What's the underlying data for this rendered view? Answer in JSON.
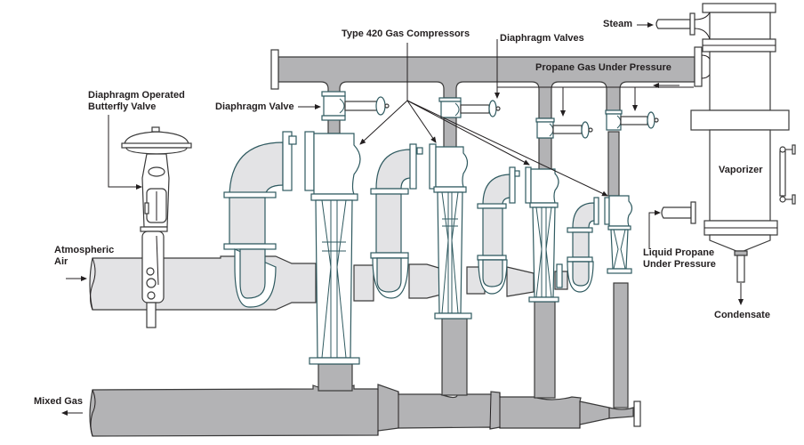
{
  "diagram": {
    "title": "Propane-air mixing system with gas compressors and vaporizer",
    "labels": {
      "butterfly_valve": [
        "Diaphragm Operated",
        "Butterfly Valve"
      ],
      "diaphragm_valve": "Diaphragm Valve",
      "compressors": "Type 420 Gas Compressors",
      "diaphragm_valves": "Diaphragm Valves",
      "steam": "Steam",
      "propane_gas": "Propane Gas Under Pressure",
      "vaporizer": "Vaporizer",
      "liquid_propane": [
        "Liquid Propane",
        "Under Pressure"
      ],
      "condensate": "Condensate",
      "atmospheric_air": [
        "Atmospheric",
        "Air"
      ],
      "mixed_gas": "Mixed Gas"
    },
    "colors": {
      "pipe_dark": "#b3b3b5",
      "pipe_light": "#e3e3e5",
      "outline": "#3a3a3a",
      "equipment_outline": "#2f5a60",
      "text": "#231f20"
    },
    "compressor_count": 4,
    "diaphragm_valve_count": 4
  }
}
